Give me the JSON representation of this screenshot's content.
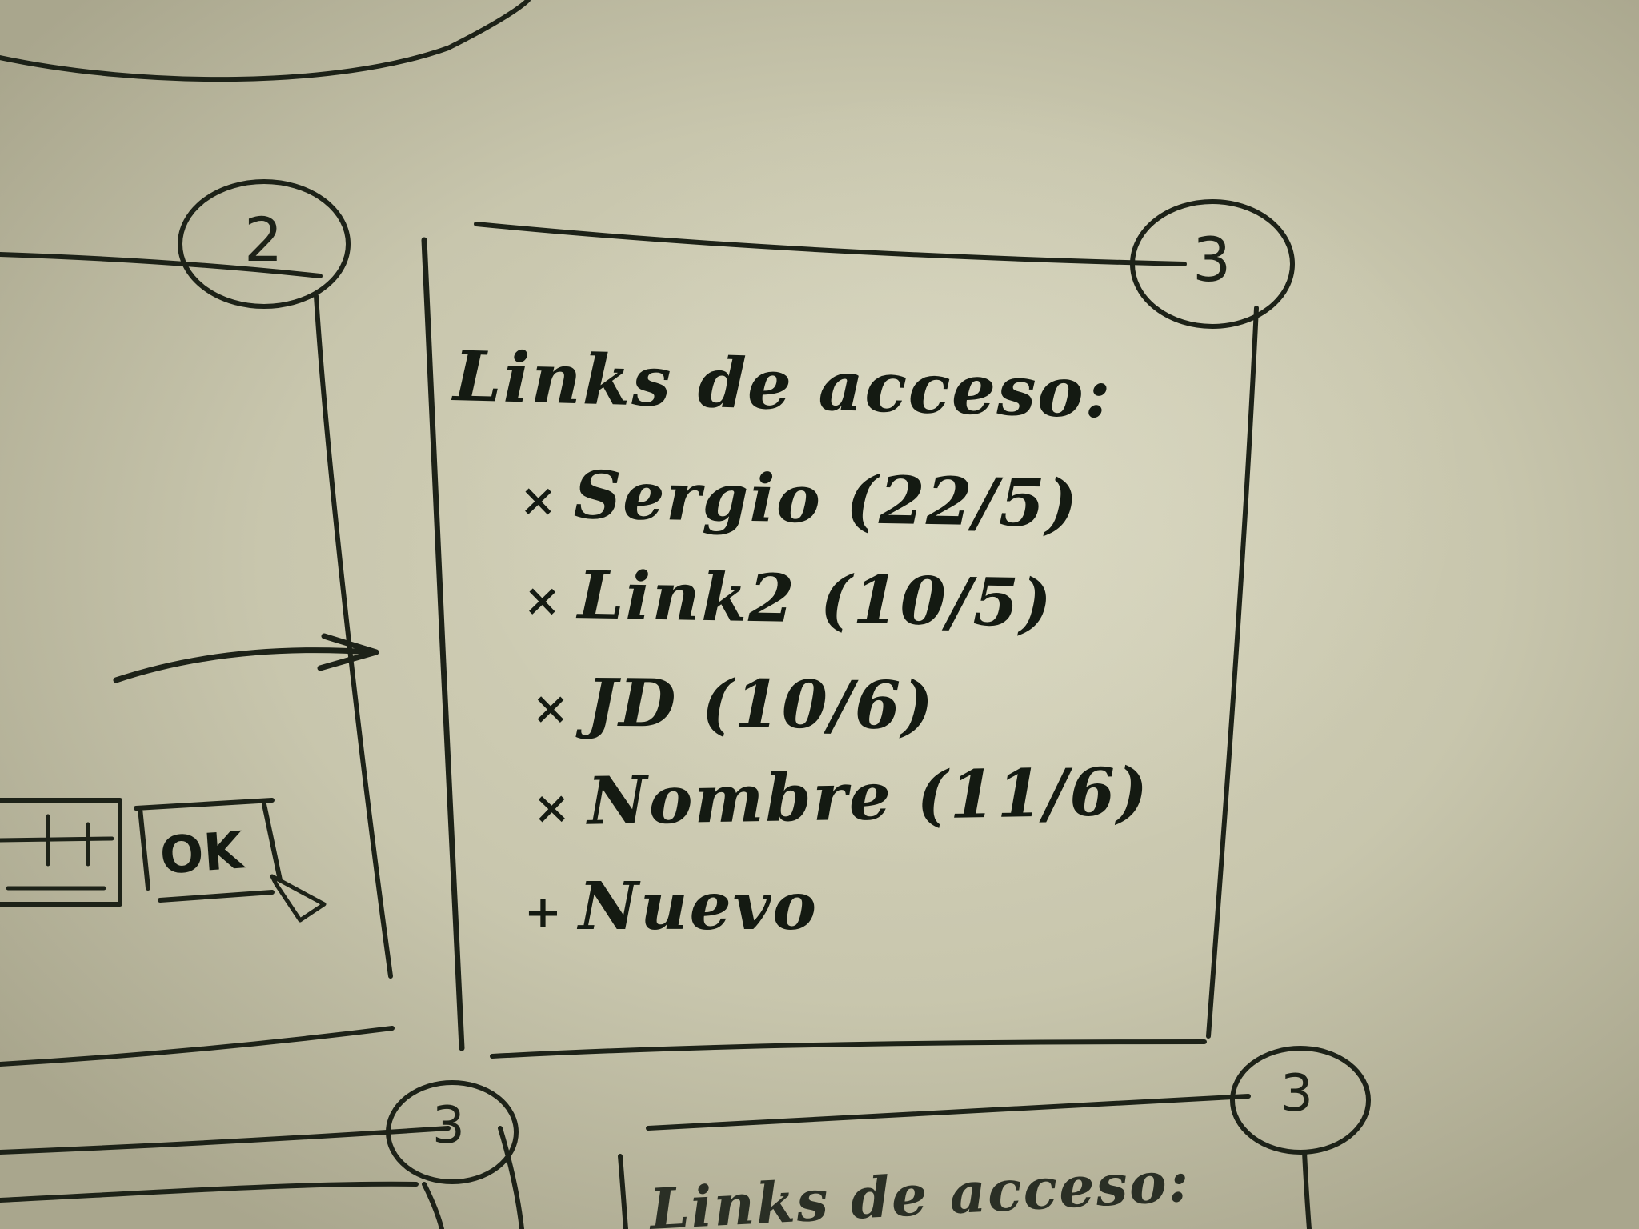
{
  "whiteboard": {
    "card_main": {
      "badge": "3",
      "title": "Links de acceso:",
      "items": [
        {
          "bullet": "×",
          "text": "Sergio (22/5)"
        },
        {
          "bullet": "×",
          "text": "Link2 (10/5)"
        },
        {
          "bullet": "×",
          "text": "JD (10/6)"
        },
        {
          "bullet": "×",
          "text": "Nombre (11/6)"
        },
        {
          "bullet": "+",
          "text": "Nuevo"
        }
      ]
    },
    "card_left": {
      "badge": "2",
      "button_label": "OK"
    },
    "card_bottom_left": {
      "badge": "3"
    },
    "card_bottom_right": {
      "badge": "3",
      "title": "Links de acceso:"
    }
  }
}
